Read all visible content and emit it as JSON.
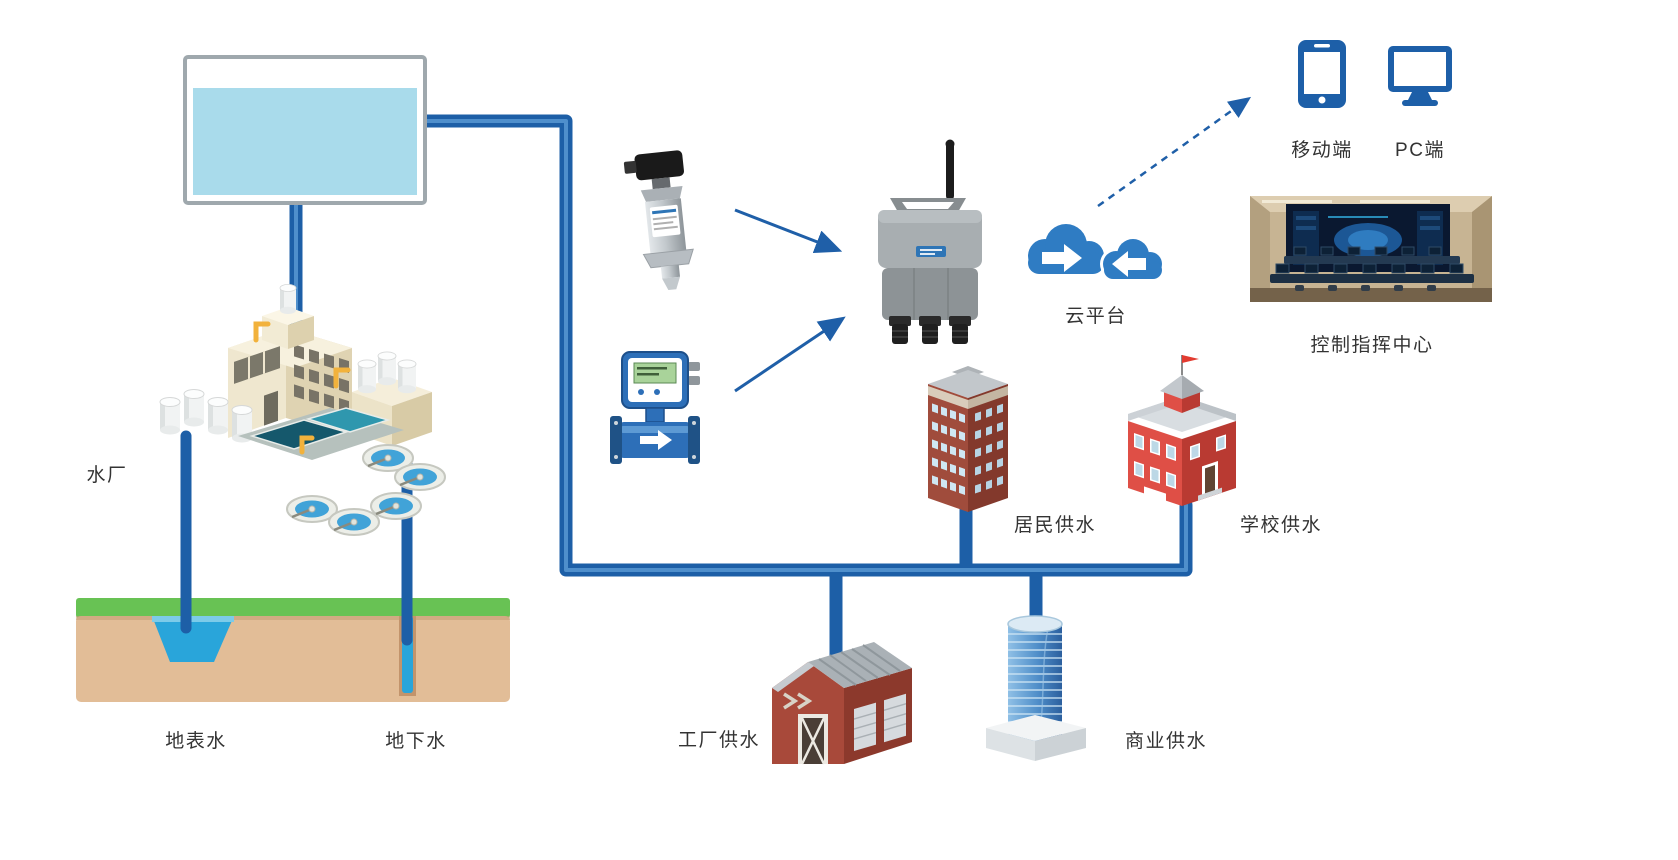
{
  "diagram": {
    "tank": {
      "icon": "water-tank-icon"
    },
    "plant": {
      "label": "水厂",
      "icon": "water-treatment-plant-icon"
    },
    "sources": {
      "surface_water": {
        "label": "地表水",
        "icon": "surface-water-intake-icon"
      },
      "ground_water": {
        "label": "地下水",
        "icon": "groundwater-well-icon"
      }
    },
    "sensors": {
      "pressure_transmitter": {
        "icon": "pressure-transmitter-icon"
      },
      "flow_meter": {
        "icon": "electromagnetic-flowmeter-icon"
      }
    },
    "gateway": {
      "icon": "rtu-telemetry-terminal-icon"
    },
    "cloud": {
      "label": "云平台",
      "icon": "cloud-sync-icon"
    },
    "terminals": {
      "mobile": {
        "label": "移动端",
        "icon": "smartphone-icon"
      },
      "pc": {
        "label": "PC端",
        "icon": "desktop-monitor-icon"
      }
    },
    "control_center": {
      "label": "控制指挥中心",
      "icon": "control-room-illustration"
    },
    "consumers": {
      "residential": {
        "label": "居民供水",
        "icon": "residential-building-icon"
      },
      "school": {
        "label": "学校供水",
        "icon": "school-building-icon"
      },
      "factory": {
        "label": "工厂供水",
        "icon": "factory-building-icon"
      },
      "commercial": {
        "label": "商业供水",
        "icon": "commercial-tower-icon"
      }
    }
  },
  "colors": {
    "label_text": "#333333",
    "pipe": "#1d5fa7",
    "pipe_highlight": "#5d9bd6",
    "arrow": "#1f5fa8",
    "device_blue": "#1d5fa8",
    "cloud_blue": "#2f7cc3",
    "tank_water": "#a9dbeb",
    "grass": "#68c254",
    "soil": "#e2bd97",
    "water": "#29a5da"
  }
}
